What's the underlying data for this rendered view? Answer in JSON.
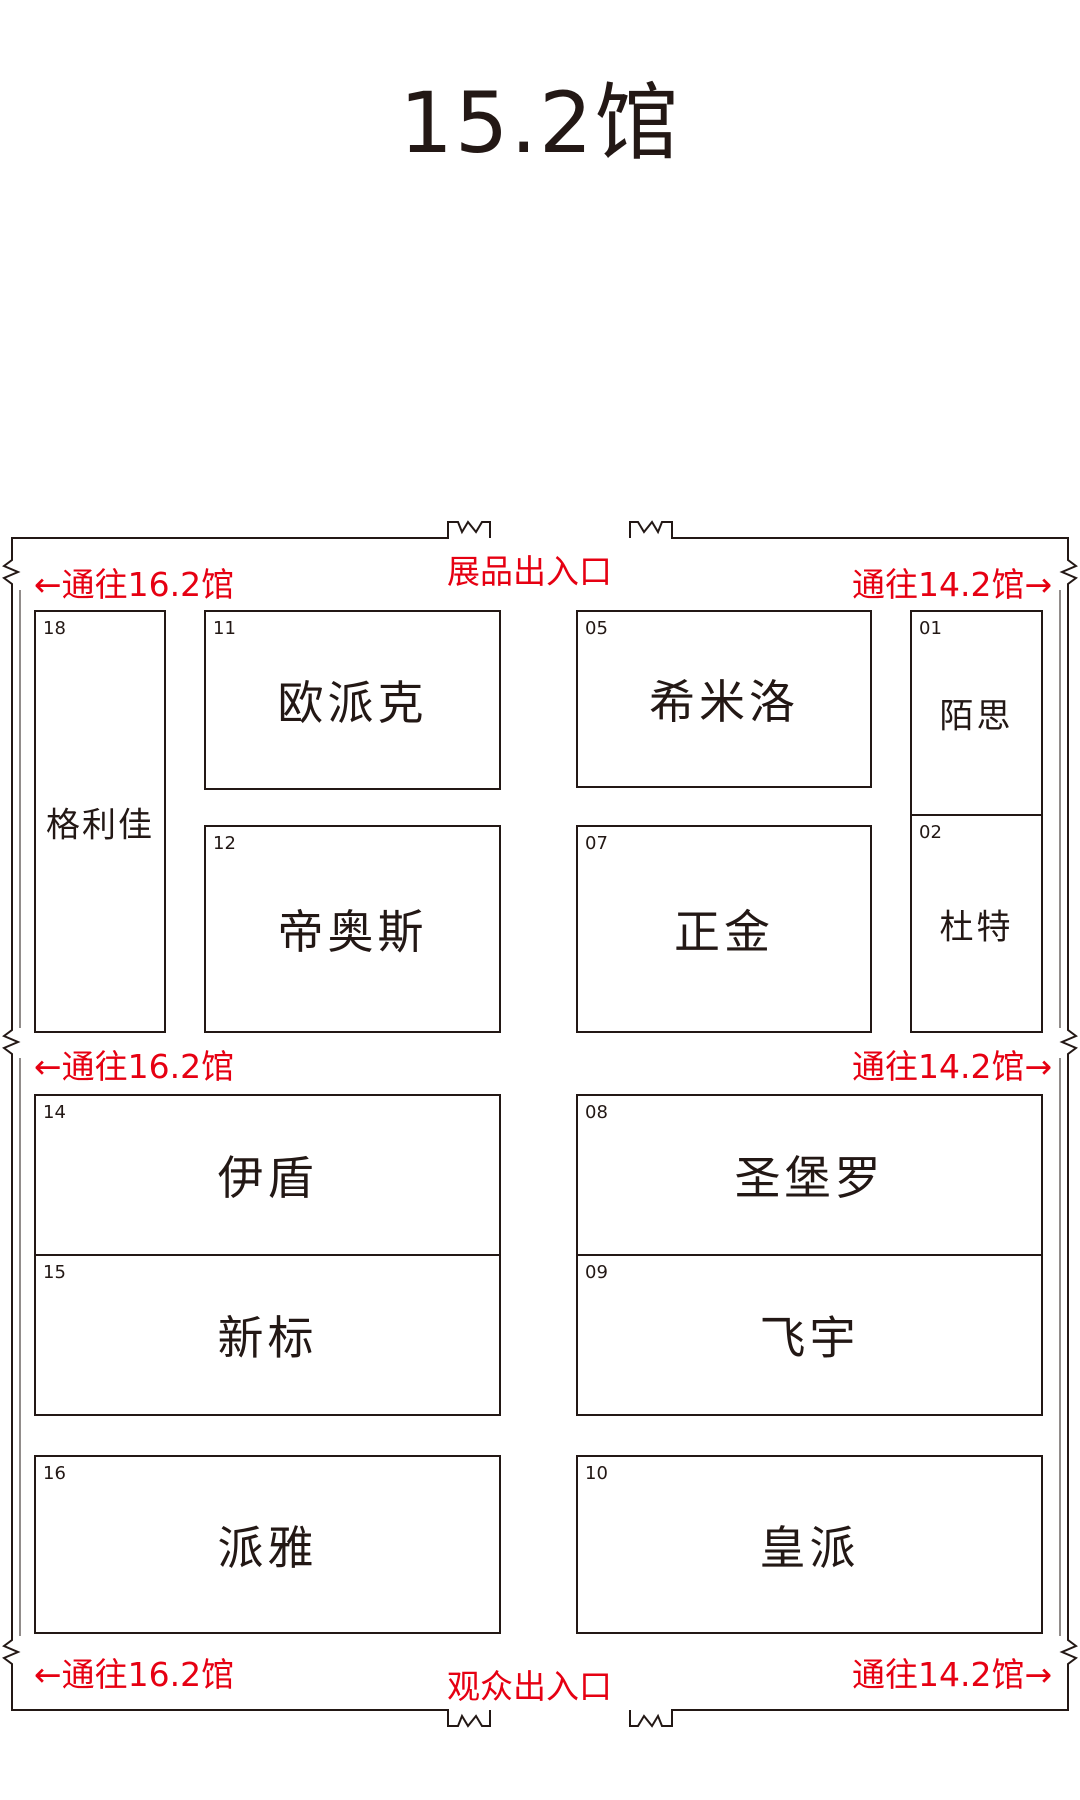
{
  "title": "15.2馆",
  "labels": {
    "to_16_2": "←通往16.2馆",
    "to_14_2": "通往14.2馆→",
    "exhibit_entrance": "展品出入口",
    "visitor_entrance": "观众出入口"
  },
  "booths": [
    {
      "num": "18",
      "name": "格利佳"
    },
    {
      "num": "11",
      "name": "欧派克"
    },
    {
      "num": "12",
      "name": "帝奥斯"
    },
    {
      "num": "05",
      "name": "希米洛"
    },
    {
      "num": "07",
      "name": "正金"
    },
    {
      "num": "01",
      "name": "陌思"
    },
    {
      "num": "02",
      "name": "杜特"
    },
    {
      "num": "14",
      "name": "伊盾"
    },
    {
      "num": "15",
      "name": "新标"
    },
    {
      "num": "16",
      "name": "派雅"
    },
    {
      "num": "08",
      "name": "圣堡罗"
    },
    {
      "num": "09",
      "name": "飞宇"
    },
    {
      "num": "10",
      "name": "皇派"
    }
  ],
  "colors": {
    "accent": "#e60012",
    "line": "#231815"
  }
}
